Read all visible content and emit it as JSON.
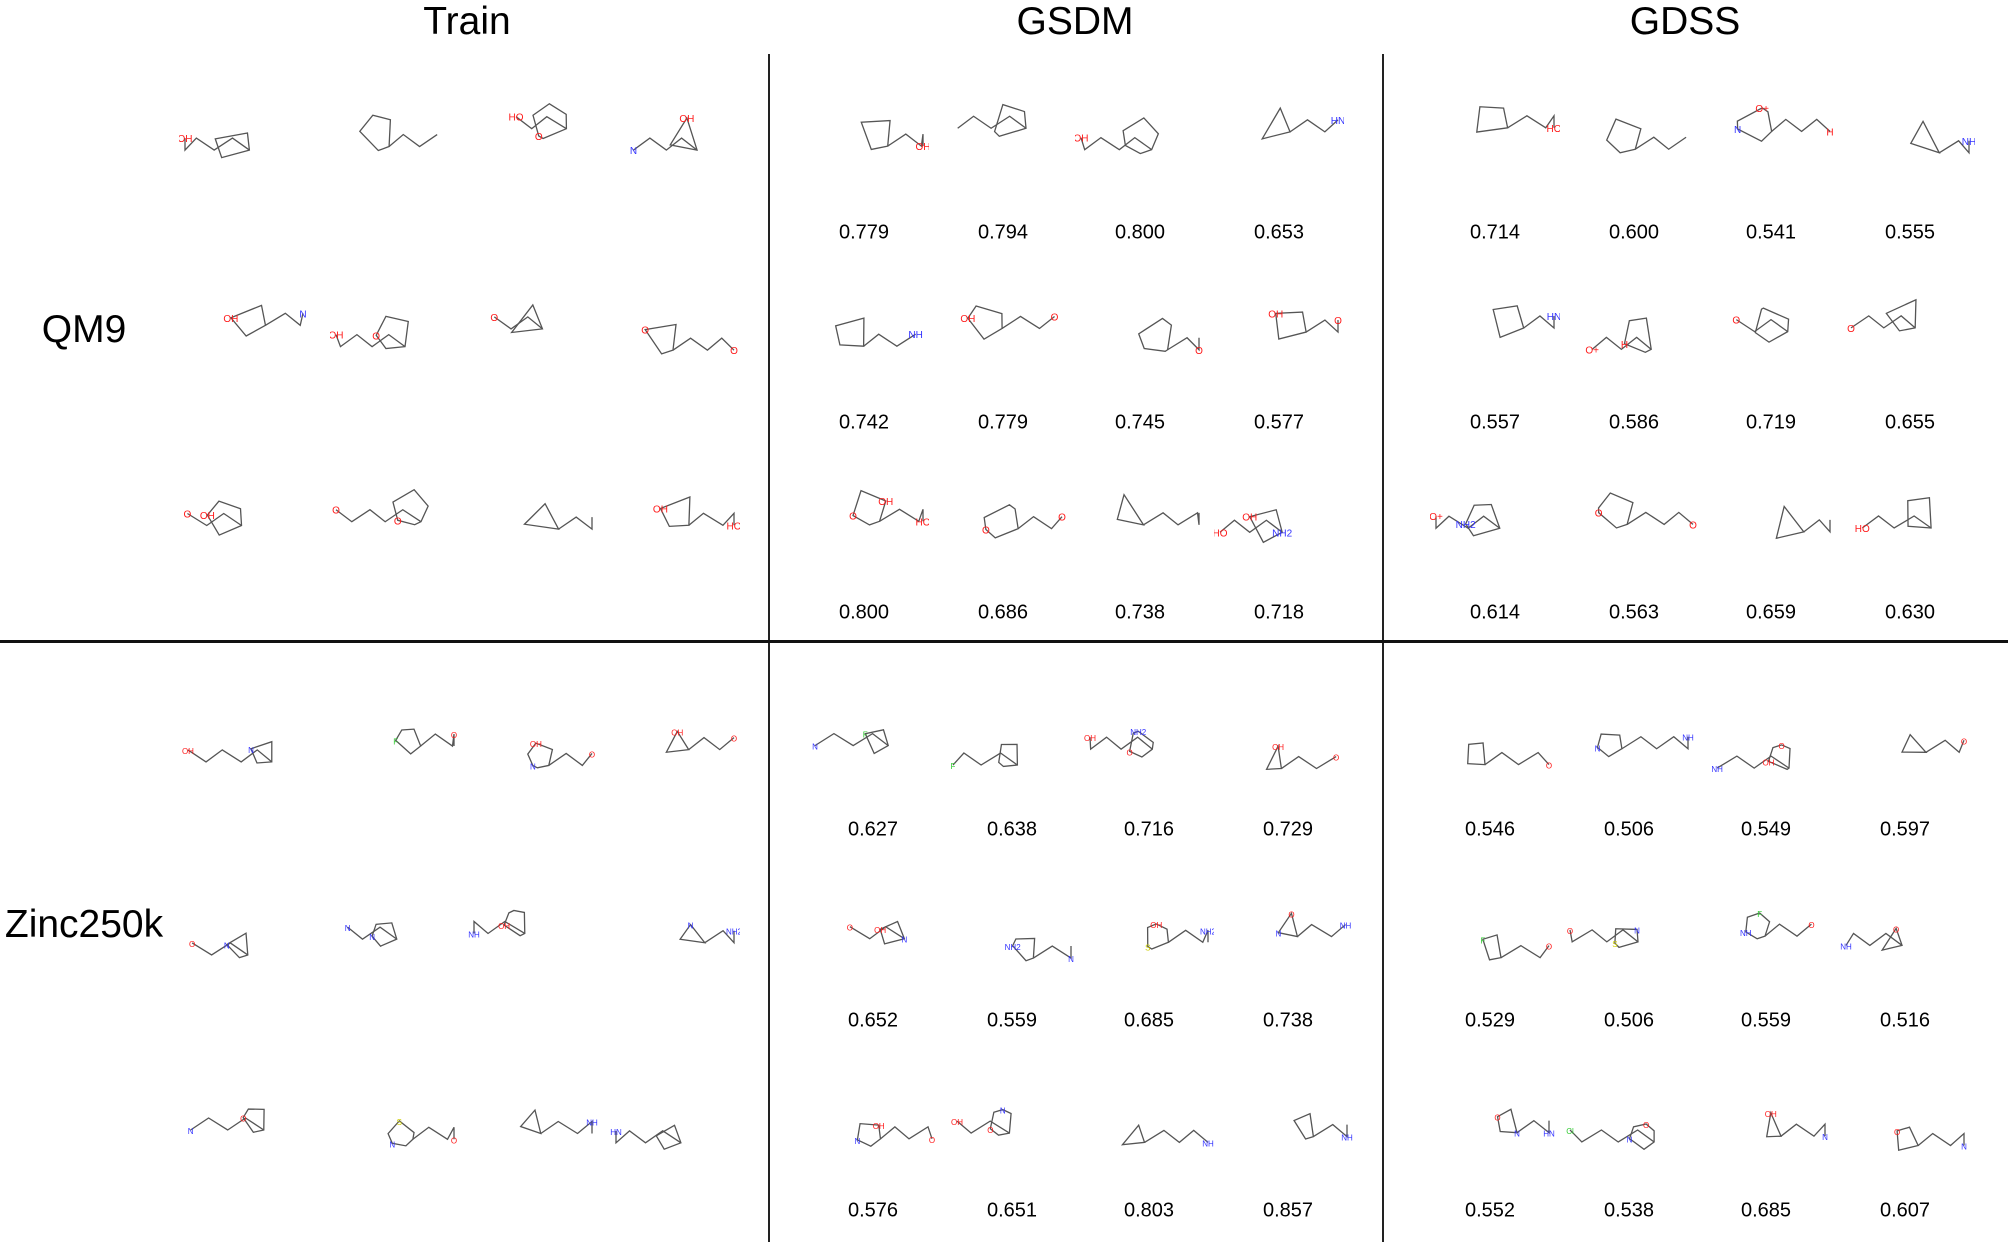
{
  "headers": {
    "train": "Train",
    "gsdm": "GSDM",
    "gdss": "GDSS"
  },
  "row_labels": {
    "qm9": "QM9",
    "zinc": "Zinc250k"
  },
  "colors": {
    "bond": "#555555",
    "oxygen": "#ff1a1a",
    "nitrogen": "#3333ff",
    "fluorine": "#33cc33",
    "sulfur": "#cccc00",
    "divider": "#111111"
  },
  "panels": [
    {
      "dataset": "qm9",
      "method": "train",
      "molecules": [
        {
          "labels": [
            "OH"
          ]
        },
        {
          "labels": []
        },
        {
          "labels": [
            "HO",
            "O"
          ]
        },
        {
          "labels": [
            "N",
            "OH"
          ]
        },
        {
          "labels": [
            "N",
            "OH"
          ]
        },
        {
          "labels": [
            "OH",
            "O"
          ]
        },
        {
          "labels": [
            "O"
          ]
        },
        {
          "labels": [
            "O",
            "O"
          ]
        },
        {
          "labels": [
            "O",
            "OH"
          ]
        },
        {
          "labels": [
            "O",
            "O"
          ]
        },
        {
          "labels": []
        },
        {
          "labels": [
            "HO",
            "OH"
          ]
        }
      ]
    },
    {
      "dataset": "qm9",
      "method": "gsdm",
      "molecules": [
        {
          "labels": [
            "OH"
          ],
          "score": "0.779"
        },
        {
          "labels": [],
          "score": "0.794"
        },
        {
          "labels": [
            "OH"
          ],
          "score": "0.800"
        },
        {
          "labels": [
            "HN"
          ],
          "score": "0.653"
        },
        {
          "labels": [
            "NH"
          ],
          "score": "0.742"
        },
        {
          "labels": [
            "O",
            "OH"
          ],
          "score": "0.779"
        },
        {
          "labels": [
            "O"
          ],
          "score": "0.745"
        },
        {
          "labels": [
            "O",
            "OH"
          ],
          "score": "0.577"
        },
        {
          "labels": [
            "HO",
            "O",
            "OH"
          ],
          "score": "0.800"
        },
        {
          "labels": [
            "O",
            "O"
          ],
          "score": "0.686"
        },
        {
          "labels": [],
          "score": "0.738"
        },
        {
          "labels": [
            "HO",
            "OH",
            "NH2"
          ],
          "score": "0.718"
        }
      ]
    },
    {
      "dataset": "qm9",
      "method": "gdss",
      "molecules": [
        {
          "labels": [
            "HO"
          ],
          "score": "0.714"
        },
        {
          "labels": [],
          "score": "0.600"
        },
        {
          "labels": [
            "H",
            "N",
            "O+"
          ],
          "score": "0.541"
        },
        {
          "labels": [
            "NH"
          ],
          "score": "0.555"
        },
        {
          "labels": [
            "HN"
          ],
          "score": "0.557"
        },
        {
          "labels": [
            "O+",
            "H"
          ],
          "score": "0.586"
        },
        {
          "labels": [
            "O"
          ],
          "score": "0.719"
        },
        {
          "labels": [
            "O"
          ],
          "score": "0.655"
        },
        {
          "labels": [
            "O+",
            "NH2"
          ],
          "score": "0.614"
        },
        {
          "labels": [
            "O",
            "O"
          ],
          "score": "0.563"
        },
        {
          "labels": [],
          "score": "0.659"
        },
        {
          "labels": [
            "HO"
          ],
          "score": "0.630"
        }
      ]
    },
    {
      "dataset": "zinc",
      "method": "train",
      "molecules": [
        {
          "labels": [
            "OH",
            "N"
          ]
        },
        {
          "labels": [
            "O",
            "F"
          ]
        },
        {
          "labels": [
            "O",
            "N",
            "OH"
          ]
        },
        {
          "labels": [
            "O",
            "OH"
          ]
        },
        {
          "labels": [
            "O",
            "N"
          ]
        },
        {
          "labels": [
            "N",
            "N"
          ]
        },
        {
          "labels": [
            "NH",
            "OH"
          ]
        },
        {
          "labels": [
            "NH2",
            "N"
          ]
        },
        {
          "labels": [
            "N",
            "O"
          ]
        },
        {
          "labels": [
            "O",
            "N",
            "S"
          ]
        },
        {
          "labels": [
            "NH"
          ]
        },
        {
          "labels": [
            "HN"
          ]
        }
      ]
    },
    {
      "dataset": "zinc",
      "method": "gsdm",
      "molecules": [
        {
          "labels": [
            "N",
            "F"
          ],
          "score": "0.627"
        },
        {
          "labels": [
            "F"
          ],
          "score": "0.638"
        },
        {
          "labels": [
            "OH",
            "O",
            "NH2"
          ],
          "score": "0.716"
        },
        {
          "labels": [
            "O",
            "OH"
          ],
          "score": "0.729"
        },
        {
          "labels": [
            "O",
            "OH",
            "N"
          ],
          "score": "0.652"
        },
        {
          "labels": [
            "N",
            "NH2"
          ],
          "score": "0.559"
        },
        {
          "labels": [
            "NH2",
            "S",
            "OH"
          ],
          "score": "0.685"
        },
        {
          "labels": [
            "NH",
            "O",
            "N"
          ],
          "score": "0.738"
        },
        {
          "labels": [
            "O",
            "N",
            "OH"
          ],
          "score": "0.576"
        },
        {
          "labels": [
            "OH",
            "O",
            "N"
          ],
          "score": "0.651"
        },
        {
          "labels": [
            "NH"
          ],
          "score": "0.803"
        },
        {
          "labels": [
            "NH"
          ],
          "score": "0.857"
        }
      ]
    },
    {
      "dataset": "zinc",
      "method": "gdss",
      "molecules": [
        {
          "labels": [
            "O"
          ],
          "score": "0.546"
        },
        {
          "labels": [
            "NH",
            "N"
          ],
          "score": "0.506"
        },
        {
          "labels": [
            "NH",
            "OH",
            "O"
          ],
          "score": "0.549"
        },
        {
          "labels": [
            "O"
          ],
          "score": "0.597"
        },
        {
          "labels": [
            "O",
            "F"
          ],
          "score": "0.529"
        },
        {
          "labels": [
            "O",
            "S",
            "N"
          ],
          "score": "0.506"
        },
        {
          "labels": [
            "O",
            "NH",
            "F"
          ],
          "score": "0.559"
        },
        {
          "labels": [
            "NH",
            "O"
          ],
          "score": "0.516"
        },
        {
          "labels": [
            "HN",
            "O",
            "N"
          ],
          "score": "0.552"
        },
        {
          "labels": [
            "Cl",
            "N",
            "O"
          ],
          "score": "0.538"
        },
        {
          "labels": [
            "N",
            "OH"
          ],
          "score": "0.685"
        },
        {
          "labels": [
            "N",
            "O"
          ],
          "score": "0.607"
        }
      ]
    }
  ]
}
